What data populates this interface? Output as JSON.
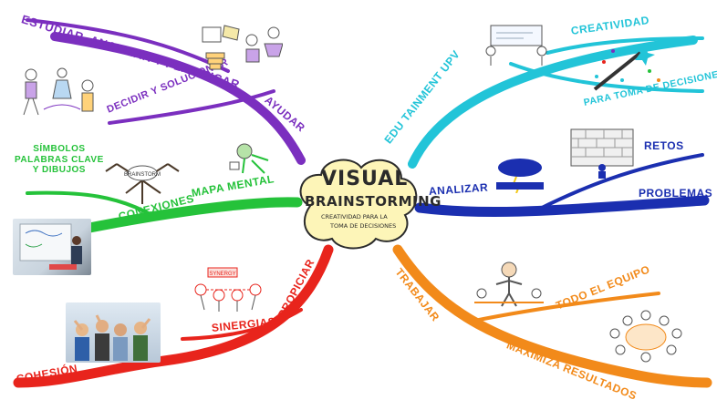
{
  "center": {
    "title_top": "VISUAL",
    "title_bottom": "BRAINSTORMING",
    "subtitle_1": "CREATIVIDAD PARA LA",
    "subtitle_2": "TOMA DE DECISIONES"
  },
  "branches": {
    "ayudar": {
      "label": "AYUDAR",
      "color": "#7b2fbf"
    },
    "estudiar": {
      "label": "ESTUDIAR, ANALIZAR Y PLANIFICAR",
      "color": "#7b2fbf"
    },
    "decidir": {
      "label": "DECIDIR Y SOLUCIONAR",
      "color": "#7b2fbf"
    },
    "mapa_mental": {
      "label": "MAPA MENTAL",
      "color": "#25c23a"
    },
    "conexiones": {
      "label": "CONEXIONES",
      "color": "#25c23a"
    },
    "simbolos": {
      "label": "SÍMBOLOS\nPALABRAS CLAVE\nY DIBUJOS",
      "color": "#25c23a"
    },
    "propiciar": {
      "label": "PROPICIAR",
      "color": "#e8241c"
    },
    "sinergias": {
      "label": "SINERGIAS",
      "color": "#e8241c"
    },
    "cohesion": {
      "label": "COHESIÓN",
      "color": "#e8241c"
    },
    "edutainment": {
      "label": "EDU TAINMENT UPV",
      "color": "#22c4d8"
    },
    "creatividad": {
      "label": "CREATIVIDAD",
      "color": "#22c4d8"
    },
    "para_toma": {
      "label": "PARA TOMA DE DECISIONES",
      "color": "#22c4d8"
    },
    "analizar": {
      "label": "ANALIZAR",
      "color": "#1b2fb0"
    },
    "retos": {
      "label": "RETOS",
      "color": "#1b2fb0"
    },
    "problemas": {
      "label": "PROBLEMAS",
      "color": "#1b2fb0"
    },
    "trabajar": {
      "label": "TRABAJAR",
      "color": "#f28a1a"
    },
    "todo_equipo": {
      "label": "TODO EL EQUIPO",
      "color": "#f28a1a"
    },
    "maximiza": {
      "label": "MAXIMIZA RESULTADOS",
      "color": "#f28a1a"
    }
  },
  "sketches": {
    "brain_tree_word": "BRAINSTORM",
    "propiciar_word": "SYNERGY"
  }
}
